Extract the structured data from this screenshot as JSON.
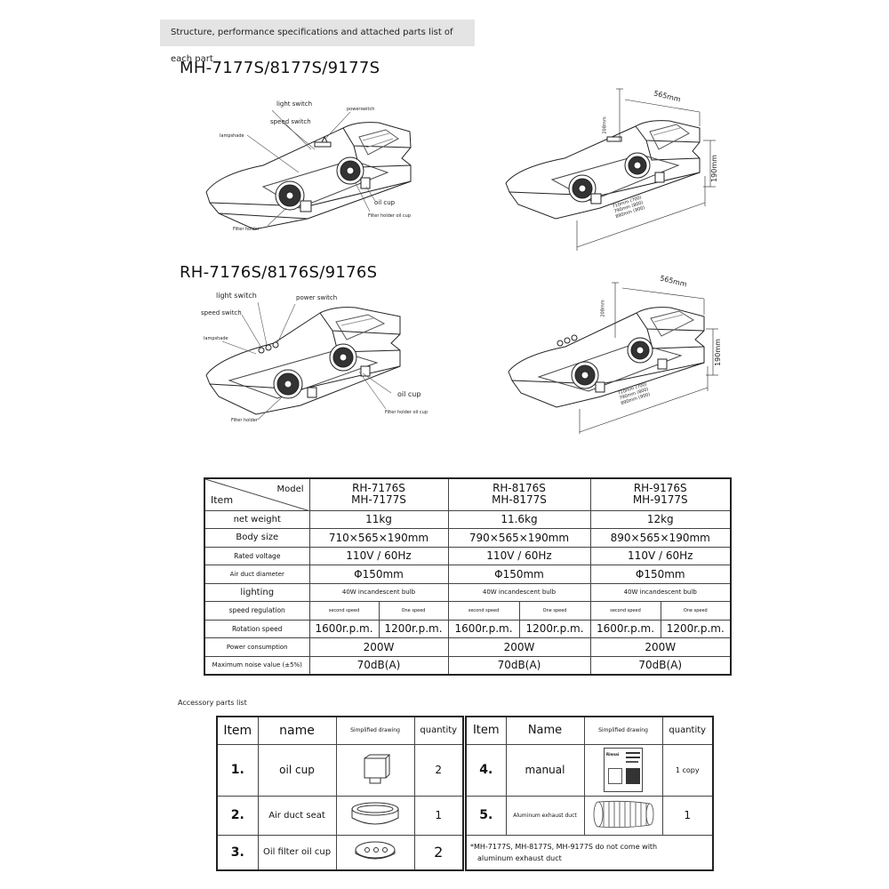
{
  "banner": "Structure, performance specifications and attached parts list of each part",
  "section1": {
    "title": "MH-7177S/8177S/9177S",
    "labels": {
      "light_switch": "light switch",
      "speed_switch": "speed switch",
      "power_switch": "powerswitch",
      "lampshade": "lampshade",
      "oil_cup": "oil cup",
      "filter_holder": "Filter holder",
      "filter_holder_oil_cup": "Filter holder oil cup"
    },
    "dims": {
      "depth": "565mm",
      "height_front": "208mm",
      "height_side": "190mm",
      "w1": "710mm",
      "w2": "790mm",
      "w3": "890mm",
      "inner1": "(700)",
      "inner2": "(800)",
      "inner3": "(900)"
    }
  },
  "section2": {
    "title": "RH-7176S/8176S/9176S",
    "labels": {
      "light_switch": "light switch",
      "speed_switch": "speed switch",
      "power_switch": "power switch",
      "lampshade": "lampshade",
      "oil_cup": "oil cup",
      "filter_holder": "Filter holder",
      "filter_holder_oil_cup": "Filter holder oil cup"
    },
    "dims": {
      "depth": "565mm",
      "height_front": "208mm",
      "height_side": "190mm",
      "w1": "710mm",
      "w2": "790mm",
      "w3": "890mm",
      "inner1": "(700)",
      "inner2": "(800)",
      "inner3": "(900)"
    }
  },
  "spec": {
    "corner_model": "Model",
    "corner_item": "Item",
    "models": [
      {
        "line1": "RH-7176S",
        "line2": "MH-7177S"
      },
      {
        "line1": "RH-8176S",
        "line2": "MH-8177S"
      },
      {
        "line1": "RH-9176S",
        "line2": "MH-9177S"
      }
    ],
    "rows": {
      "net_weight": {
        "label": "net weight",
        "values": [
          "11kg",
          "11.6kg",
          "12kg"
        ]
      },
      "body_size": {
        "label": "Body size",
        "values": [
          "710×565×190mm",
          "790×565×190mm",
          "890×565×190mm"
        ]
      },
      "rated_voltage": {
        "label": "Rated voltage",
        "values": [
          "110V / 60Hz",
          "110V / 60Hz",
          "110V / 60Hz"
        ]
      },
      "air_duct": {
        "label": "Air duct diameter",
        "values": [
          "Φ150mm",
          "Φ150mm",
          "Φ150mm"
        ]
      },
      "lighting": {
        "label": "lighting",
        "values": [
          "40W incandescent bulb",
          "40W incandescent bulb",
          "40W incandescent bulb"
        ]
      },
      "speed_regulation": {
        "label": "speed regulation",
        "second": "second speed",
        "one": "One speed"
      },
      "rotation_speed": {
        "label": "Rotation speed",
        "second": "1600r.p.m.",
        "one": "1200r.p.m."
      },
      "power": {
        "label": "Power consumption",
        "values": [
          "200W",
          "200W",
          "200W"
        ]
      },
      "noise": {
        "label": "Maximum noise value (±5%)",
        "values": [
          "70dB(A)",
          "70dB(A)",
          "70dB(A)"
        ]
      }
    }
  },
  "accessory": {
    "title": "Accessory parts list",
    "left_headers": {
      "item": "Item",
      "name": "name",
      "drawing": "Simplified drawing",
      "quantity": "quantity"
    },
    "right_headers": {
      "item": "Item",
      "name": "Name",
      "drawing": "Simplified drawing",
      "quantity": "quantity"
    },
    "left_rows": [
      {
        "num": "1.",
        "name": "oil cup",
        "qty": "2"
      },
      {
        "num": "2.",
        "name": "Air duct seat",
        "qty": "1"
      },
      {
        "num": "3.",
        "name": "Oil filter oil cup",
        "qty": "2"
      }
    ],
    "right_rows": [
      {
        "num": "4.",
        "name": "manual",
        "qty": "1 copy"
      },
      {
        "num": "5.",
        "name": "Aluminum exhaust duct",
        "qty": "1"
      }
    ],
    "manual_brand": "Rinnai",
    "note_line1": "*MH-7177S, MH-8177S, MH-9177S do not come with",
    "note_line2": "aluminum exhaust duct"
  }
}
